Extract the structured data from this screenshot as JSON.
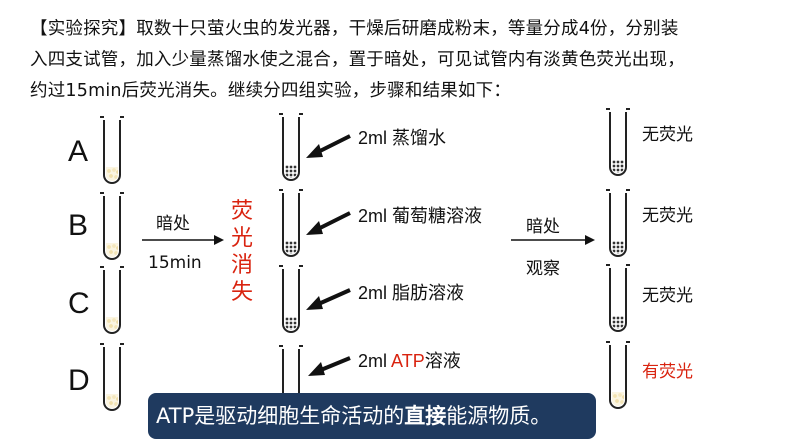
{
  "intro": {
    "line1": "【实验探究】取数十只萤火虫的发光器，干燥后研磨成粉末，等量分成4份，分别装",
    "line2": "入四支试管，加入少量蒸馏水使之混合，置于暗处，可见试管内有淡黄色荧光出现，",
    "line3": "约过15min后荧光消失。继续分四组实验，步骤和结果如下："
  },
  "rows": [
    "A",
    "B",
    "C",
    "D"
  ],
  "step1": {
    "top": "暗处",
    "bottom": "15min"
  },
  "fade_text": [
    "荧",
    "光",
    "消",
    "失"
  ],
  "reagents": [
    {
      "amount": "2ml",
      "name": "蒸馏水"
    },
    {
      "amount": "2ml",
      "name": "葡萄糖溶液"
    },
    {
      "amount": "2ml",
      "name": "脂肪溶液"
    },
    {
      "amount": "2ml",
      "name_red": "ATP",
      "name_rest": "溶液"
    }
  ],
  "step2": {
    "top": "暗处",
    "bottom": "观察"
  },
  "results": [
    "无荧光",
    "无荧光",
    "无荧光",
    "有荧光"
  ],
  "conclusion": {
    "part1": "ATP是驱动细胞生命活动的",
    "highlight": "直接",
    "part2": "能源物质。"
  },
  "colors": {
    "accent_red": "#d9230f",
    "banner_bg": "#1f3a5f"
  }
}
